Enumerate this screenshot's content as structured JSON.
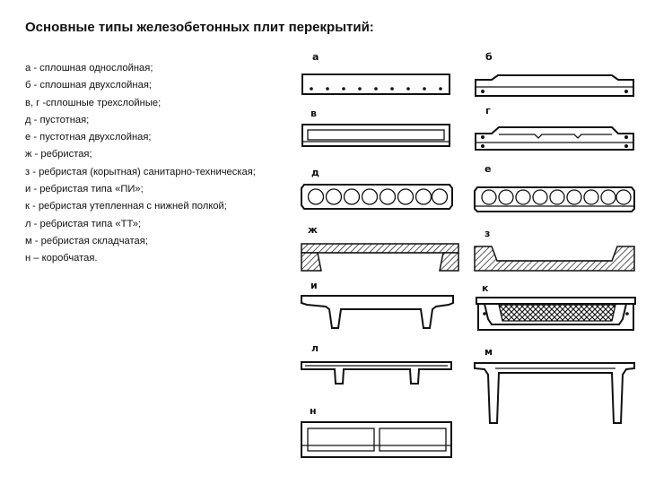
{
  "title": "Основные типы железобетонных плит перекрытий:",
  "legend": [
    "а - сплошная однослойная;",
    "б - сплошная двухслойная;",
    " в, г -сплошные трехслойные;",
    " д - пустотная;",
    "е - пустотная двухслойная;",
    "ж - ребристая;",
    "з - ребристая (корытная) санитарно-техническая;",
    " и - ребристая типа «ПИ»;",
    "к - ребристая утепленная с нижней полкой;",
    " л - ребристая типа «ТТ»;",
    "м - ребристая складчатая;",
    "н – коробчатая."
  ],
  "figure_labels": {
    "a": "а",
    "b": "б",
    "v": "в",
    "g": "г",
    "d": "д",
    "e": "е",
    "zh": "ж",
    "z": "з",
    "i": "и",
    "k": "к",
    "l": "л",
    "m": "м",
    "n": "н"
  }
}
